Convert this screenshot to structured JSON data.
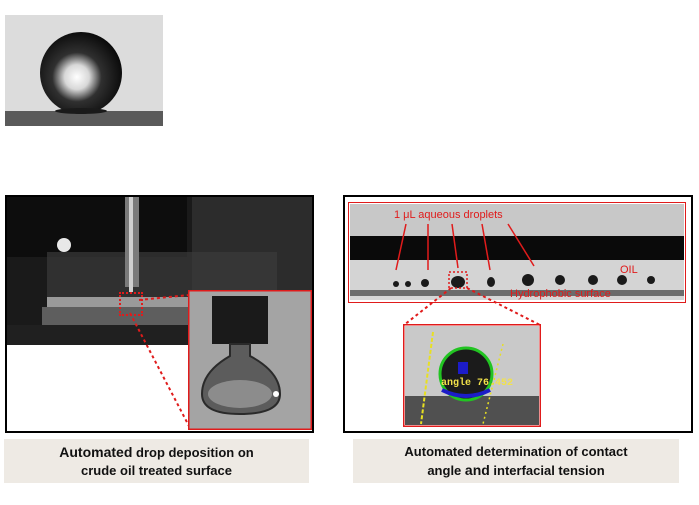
{
  "left_caption": {
    "line1_bold": "Automated",
    "line1_rest": " drop deposition on",
    "line2": "crude oil treated surface"
  },
  "right_caption": {
    "line1": "Automated determination of contact",
    "line2_a": "angle ",
    "line2_and": "and",
    "line2_b": " interfacial tension"
  },
  "annotations": {
    "droplets": "1 μL aqueous droplets",
    "oil": "OIL",
    "surface": "Hydrophobic surface",
    "angle": "angle  76.452"
  },
  "colors": {
    "accent_red": "#e01b1b",
    "caption_bg": "#eeeae4"
  }
}
